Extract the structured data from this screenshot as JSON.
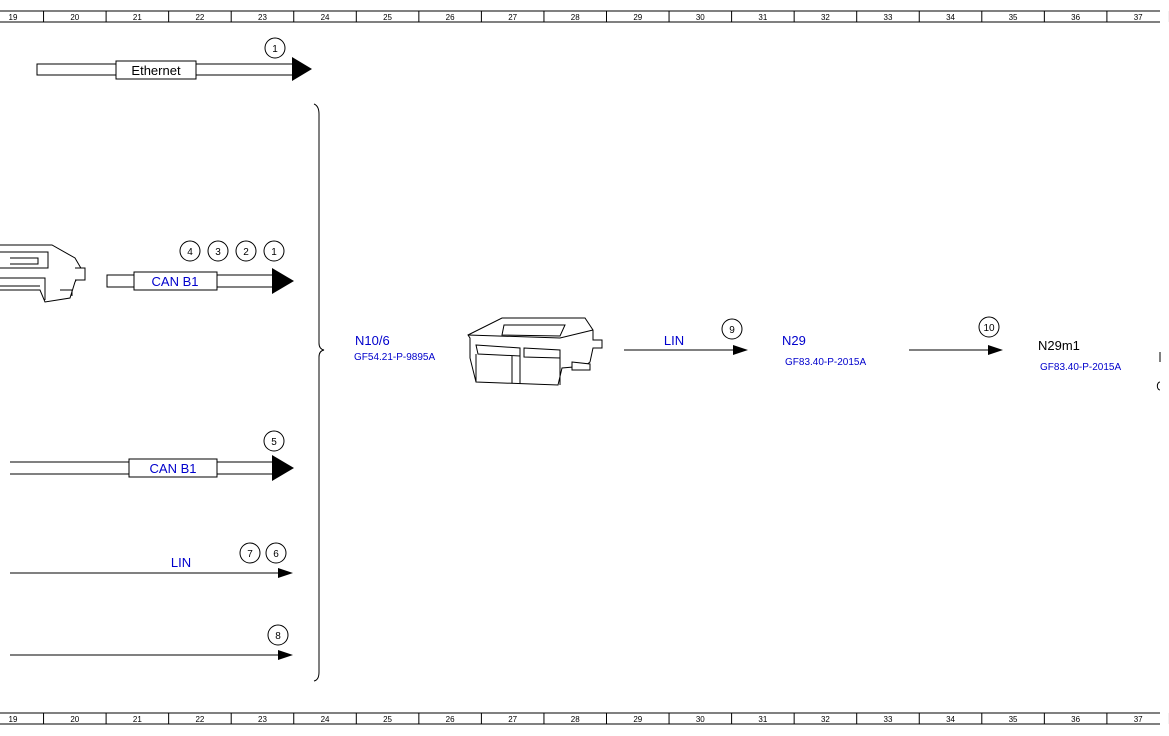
{
  "ruler": {
    "labels": [
      "19",
      "20",
      "21",
      "22",
      "23",
      "24",
      "25",
      "26",
      "27",
      "28",
      "29",
      "30",
      "31",
      "32",
      "33",
      "34",
      "35",
      "36",
      "37"
    ]
  },
  "lines": {
    "ethernet": {
      "label": "Ethernet",
      "bubbles": [
        "1"
      ]
    },
    "can_top": {
      "label": "CAN B1",
      "bubbles": [
        "4",
        "3",
        "2",
        "1"
      ]
    },
    "can_mid": {
      "label": "CAN B1",
      "bubbles": [
        "5"
      ]
    },
    "lin_left": {
      "label": "LIN",
      "bubbles": [
        "7",
        "6"
      ]
    },
    "line8": {
      "bubbles": [
        "8"
      ]
    },
    "lin_right": {
      "label": "LIN",
      "bubbles": [
        "9"
      ]
    },
    "line10": {
      "bubbles": [
        "10"
      ]
    }
  },
  "components": {
    "n10_6": {
      "code": "N10/6",
      "ref": "GF54.21-P-9895A"
    },
    "n29": {
      "code": "N29",
      "ref": "GF83.40-P-2015A"
    },
    "n29m1": {
      "code": "N29m1",
      "ref": "GF83.40-P-2015A"
    }
  },
  "colors": {
    "link_blue": "#0000cc",
    "line": "#000000"
  }
}
